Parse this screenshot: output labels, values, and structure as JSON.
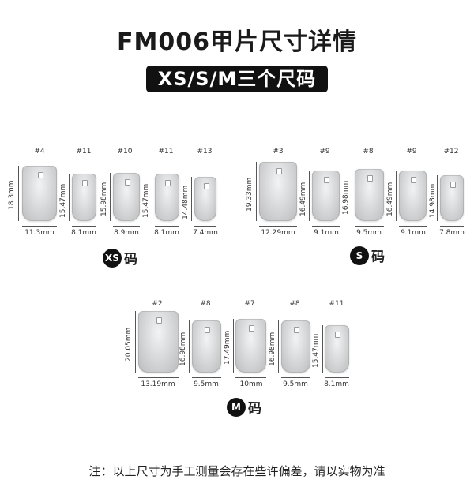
{
  "title": "FM006甲片尺寸详情",
  "badge": "XS/S/M三个尺码",
  "groups": [
    {
      "label_letter": "XS",
      "label_suffix": "码",
      "nails": [
        {
          "num": "#4",
          "height": "18.3mm",
          "width": "11.3mm"
        },
        {
          "num": "#11",
          "height": "15.47mm",
          "width": "8.1mm"
        },
        {
          "num": "#10",
          "height": "15.98mm",
          "width": "8.9mm"
        },
        {
          "num": "#11",
          "height": "15.47mm",
          "width": "8.1mm"
        },
        {
          "num": "#13",
          "height": "14.48mm",
          "width": "7.4mm"
        }
      ]
    },
    {
      "label_letter": "S",
      "label_suffix": "码",
      "nails": [
        {
          "num": "#3",
          "height": "19.33mm",
          "width": "12.29mm"
        },
        {
          "num": "#9",
          "height": "16.49mm",
          "width": "9.1mm"
        },
        {
          "num": "#8",
          "height": "16.98mm",
          "width": "9.5mm"
        },
        {
          "num": "#9",
          "height": "16.49mm",
          "width": "9.1mm"
        },
        {
          "num": "#12",
          "height": "14.98mm",
          "width": "7.8mm"
        }
      ]
    },
    {
      "label_letter": "M",
      "label_suffix": "码",
      "nails": [
        {
          "num": "#2",
          "height": "20.05mm",
          "width": "13.19mm"
        },
        {
          "num": "#8",
          "height": "16.98mm",
          "width": "9.5mm"
        },
        {
          "num": "#7",
          "height": "17.49mm",
          "width": "10mm"
        },
        {
          "num": "#8",
          "height": "16.98mm",
          "width": "9.5mm"
        },
        {
          "num": "#11",
          "height": "15.47mm",
          "width": "8.1mm"
        }
      ]
    }
  ],
  "footer": "注：以上尺寸为手工测量会存在些许偏差，请以实物为准"
}
